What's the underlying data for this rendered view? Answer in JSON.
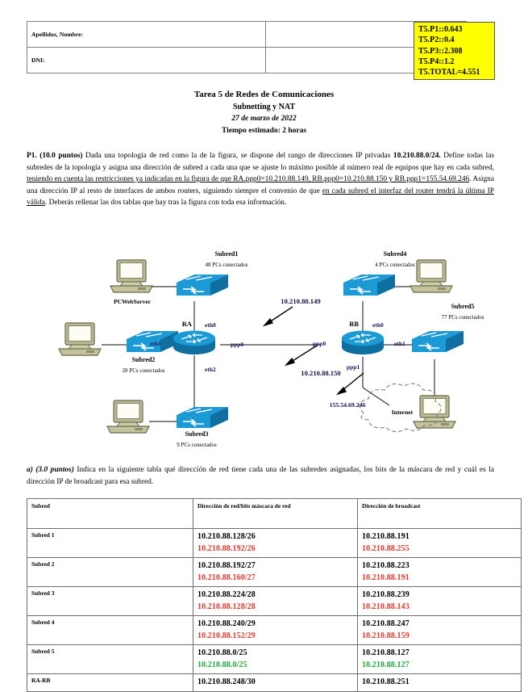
{
  "identity": {
    "rows": [
      {
        "label": "Apellidos, Nombre:",
        "value": ""
      },
      {
        "label": "DNI:",
        "value": ""
      }
    ]
  },
  "scores": {
    "lines": [
      "T5.P1::0.643",
      "T5.P2::0.4",
      "T5.P3::2.308",
      "T5.P4::1.2",
      "T5.TOTAL=4.551"
    ],
    "highlight_color": "#ffff00"
  },
  "title": {
    "line1": "Tarea 5 de Redes de Comunicaciones",
    "line2": "Subnetting y NAT",
    "line3": "27 de marzo de 2022",
    "line4": "Tiempo estimado: 2 horas"
  },
  "problem1": {
    "tag": "P1. (10.0 puntos)",
    "text_a": " Dada una topología de red como la de la figura, se dispone del rango de direcciones IP privadas ",
    "range": "10.210.88.0/24.",
    "text_b": " Define todas las subredes de la topología y asigna una dirección de subred a cada una que se ajuste lo máximo posible al número real de equipos que hay en cada subred, ",
    "underline_1": "teniendo en cuenta las restricciones ya indicadas en la figura de que RA.ppp0=10.210.88.149, RB.ppp0=10.210.88.150 y RB.ppp1=155.54.69.246",
    "text_c": ". Asigna una dirección IP al resto de interfaces de ambos routers, siguiendo siempre el convenio de que ",
    "underline_2": "en cada subred el interfaz del router tendrá la última IP válida",
    "text_d": ". Deberás rellenar las dos tablas que hay tras la figura con toda esa información."
  },
  "section_a": {
    "tag": "a) (3.0 puntos)",
    "text": " Indica en la siguiente tabla qué dirección de red tiene cada una de las subredes asignadas, los bits de la máscara de red y cuál es la dirección IP de broadcast para esa subred."
  },
  "diagram": {
    "nodes": {
      "pcwebserver": "PCWebServer",
      "router_a": "RA",
      "router_b": "RB",
      "internet": "Internet"
    },
    "subnets": [
      {
        "name": "Subred1",
        "hosts": "48 PCs conectados"
      },
      {
        "name": "Subred2",
        "hosts": "28 PCs conectados"
      },
      {
        "name": "Subred3",
        "hosts": "9 PCs conectados"
      },
      {
        "name": "Subred4",
        "hosts": "4 PCs conectados"
      },
      {
        "name": "Subred5",
        "hosts": "77 PCs conectados"
      }
    ],
    "interfaces": {
      "ra_eth0": "eth0",
      "ra_eth1": "eth1",
      "ra_eth2": "eth2",
      "ra_ppp0": "ppp0",
      "rb_eth0": "eth0",
      "rb_eth1": "eth1",
      "rb_ppp0": "ppp0",
      "rb_ppp1": "ppp1"
    },
    "ip_labels": [
      "10.210.88.149",
      "10.210.88.150",
      "155.54.69.246"
    ],
    "colors": {
      "device_blue": "#1b9ad6",
      "device_blue_dark": "#0e6fa0",
      "pc_beige": "#c8c8a0",
      "ip_text": "#1a1a7a"
    }
  },
  "results_table": {
    "headers": [
      "Subred",
      "Dirección de red/bits máscara de red",
      "Dirección de broadcast"
    ],
    "rows": [
      {
        "subnet": "Subred 1",
        "net_black": "10.210.88.128/26",
        "net_alt": "10.210.88.192/26",
        "net_alt_color": "red",
        "bc_black": "10.210.88.191",
        "bc_alt": "10.210.88.255",
        "bc_alt_color": "red"
      },
      {
        "subnet": "Subred 2",
        "net_black": "10.210.88.192/27",
        "net_alt": "10.210.88.160/27",
        "net_alt_color": "red",
        "bc_black": "10.210.88.223",
        "bc_alt": "10.210.88.191",
        "bc_alt_color": "red"
      },
      {
        "subnet": "Subred 3",
        "net_black": "10.210.88.224/28",
        "net_alt": "10.210.88.128/28",
        "net_alt_color": "red",
        "bc_black": "10.210.88.239",
        "bc_alt": "10.210.88.143",
        "bc_alt_color": "red"
      },
      {
        "subnet": "Subred 4",
        "net_black": "10.210.88.240/29",
        "net_alt": "10.210.88.152/29",
        "net_alt_color": "red",
        "bc_black": "10.210.88.247",
        "bc_alt": "10.210.88.159",
        "bc_alt_color": "red"
      },
      {
        "subnet": "Subred 5",
        "net_black": "10.210.88.0/25",
        "net_alt": "10.210.88.0/25",
        "net_alt_color": "green",
        "bc_black": "10.210.88.127",
        "bc_alt": "10.210.88.127",
        "bc_alt_color": "green"
      },
      {
        "subnet": "RA-RB",
        "net_black": "10.210.88.248/30",
        "net_alt": "",
        "net_alt_color": "",
        "bc_black": "10.210.88.251",
        "bc_alt": "",
        "bc_alt_color": ""
      }
    ]
  }
}
